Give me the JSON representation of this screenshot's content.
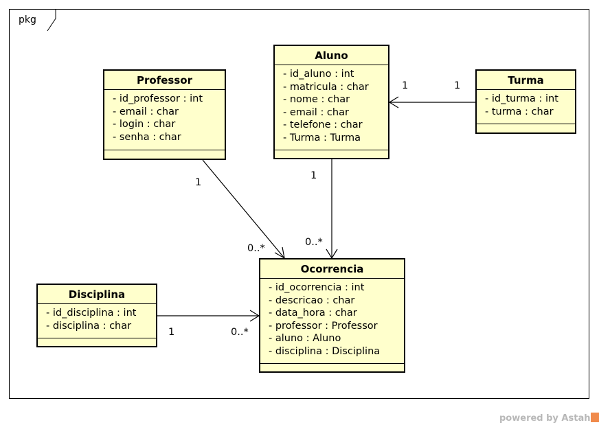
{
  "package": {
    "label": "pkg"
  },
  "classes": {
    "professor": {
      "name": "Professor",
      "attributes": [
        "- id_professor : int",
        "- email : char",
        "- login : char",
        "- senha : char"
      ]
    },
    "aluno": {
      "name": "Aluno",
      "attributes": [
        "- id_aluno : int",
        "- matricula : char",
        "- nome : char",
        "- email : char",
        "- telefone : char",
        "- Turma : Turma"
      ]
    },
    "turma": {
      "name": "Turma",
      "attributes": [
        "- id_turma : int",
        "- turma : char"
      ]
    },
    "disciplina": {
      "name": "Disciplina",
      "attributes": [
        "- id_disciplina : int",
        "- disciplina : char"
      ]
    },
    "ocorrencia": {
      "name": "Ocorrencia",
      "attributes": [
        "- id_ocorrencia : int",
        "- descricao : char",
        "- data_hora : char",
        "- professor : Professor",
        "- aluno : Aluno",
        "- disciplina : Disciplina"
      ]
    }
  },
  "associations": {
    "turma_aluno": {
      "source_mult": "1",
      "target_mult": "1"
    },
    "professor_ocorrencia": {
      "source_mult": "1",
      "target_mult": "0..*"
    },
    "aluno_ocorrencia": {
      "source_mult": "1",
      "target_mult": "0..*"
    },
    "disciplina_ocorrencia": {
      "source_mult": "1",
      "target_mult": "0..*"
    }
  },
  "footer": {
    "text": "powered by Astah"
  }
}
